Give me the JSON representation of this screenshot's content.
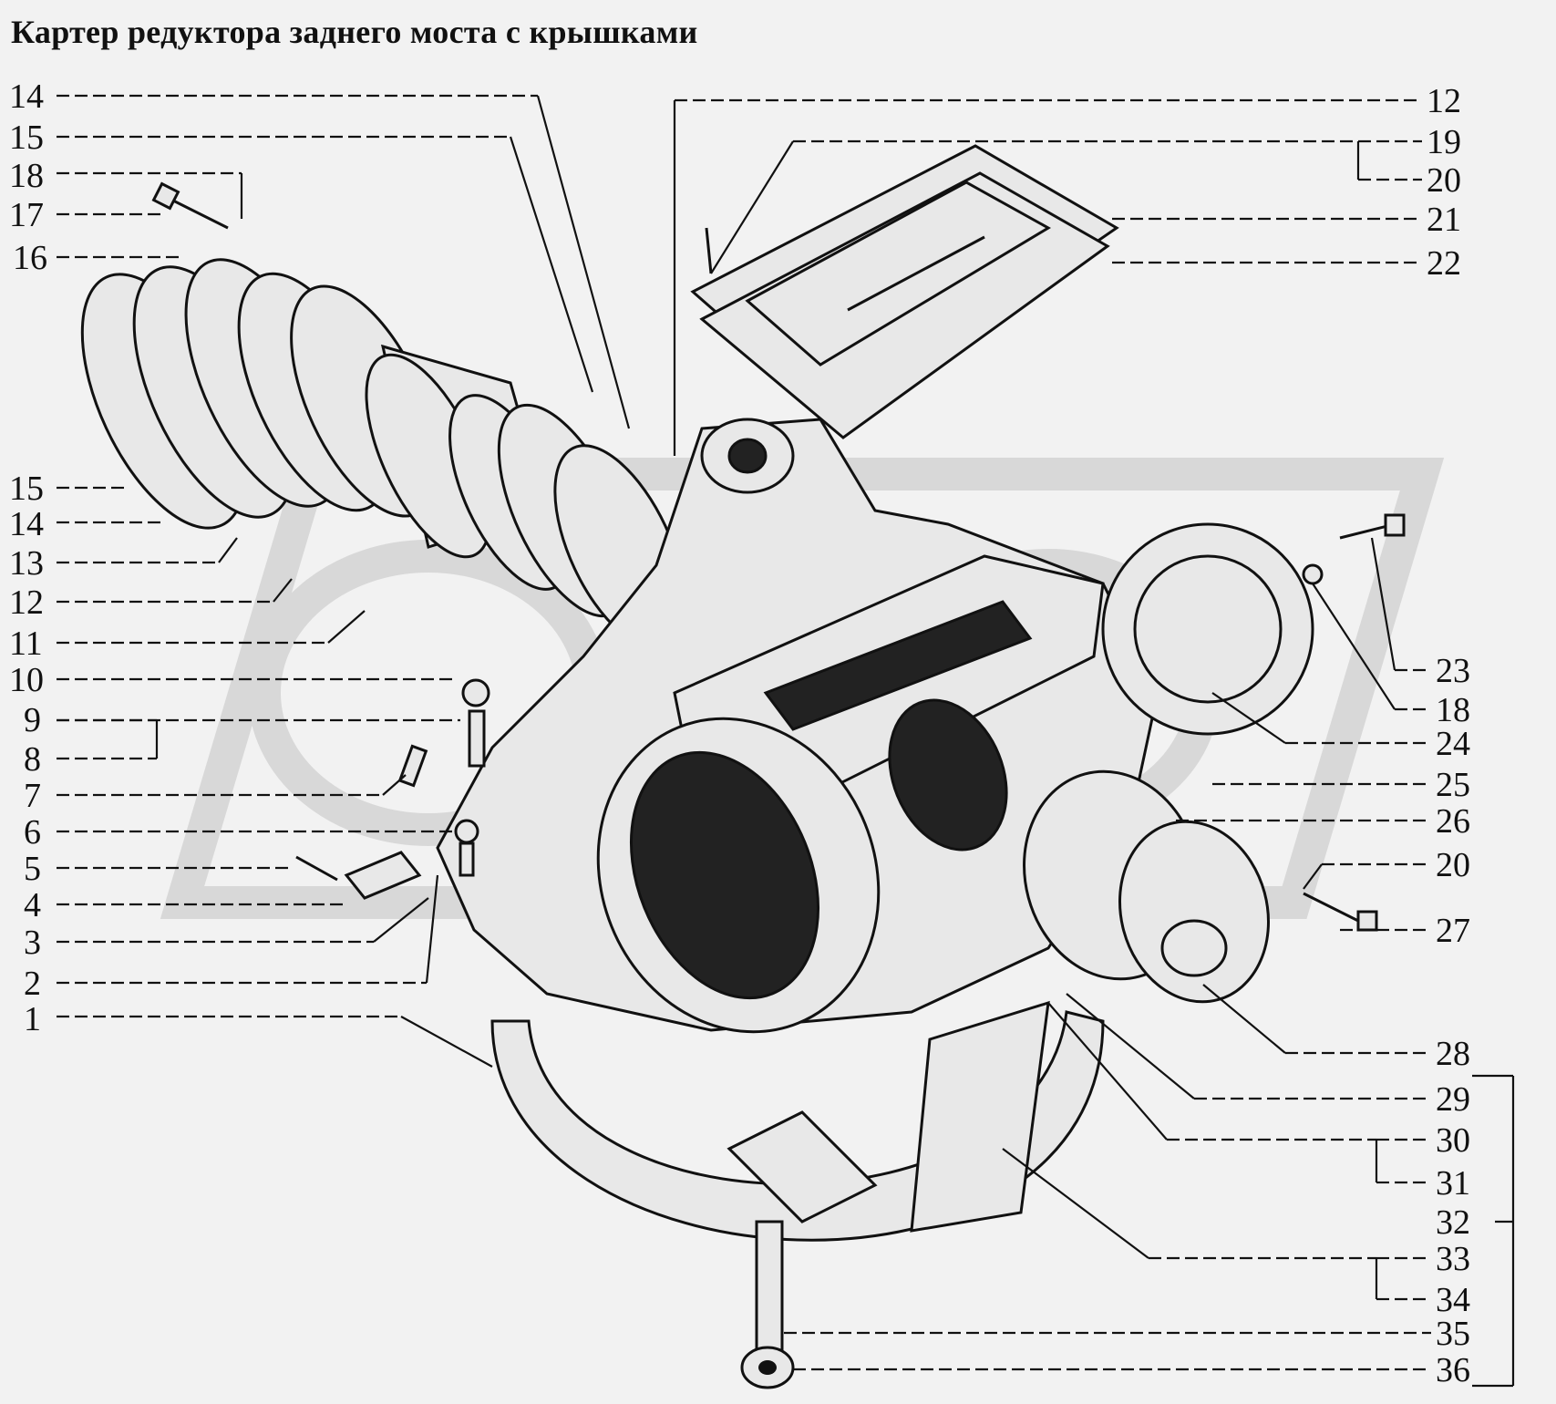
{
  "title": "Картер редуктора заднего моста с крышками",
  "callouts": {
    "left": [
      "14",
      "15",
      "18",
      "17",
      "16",
      "15",
      "14",
      "13",
      "12",
      "11",
      "10",
      "9",
      "8",
      "7",
      "6",
      "5",
      "4",
      "3",
      "2",
      "1"
    ],
    "right": [
      "12",
      "19",
      "20",
      "21",
      "22",
      "23",
      "18",
      "24",
      "25",
      "26",
      "20",
      "27",
      "28",
      "29",
      "30",
      "31",
      "32",
      "33",
      "34",
      "35",
      "36"
    ]
  },
  "colors": {
    "ink": "#111111",
    "paper": "#f2f2f2",
    "watermark": "#d8d8d8"
  }
}
